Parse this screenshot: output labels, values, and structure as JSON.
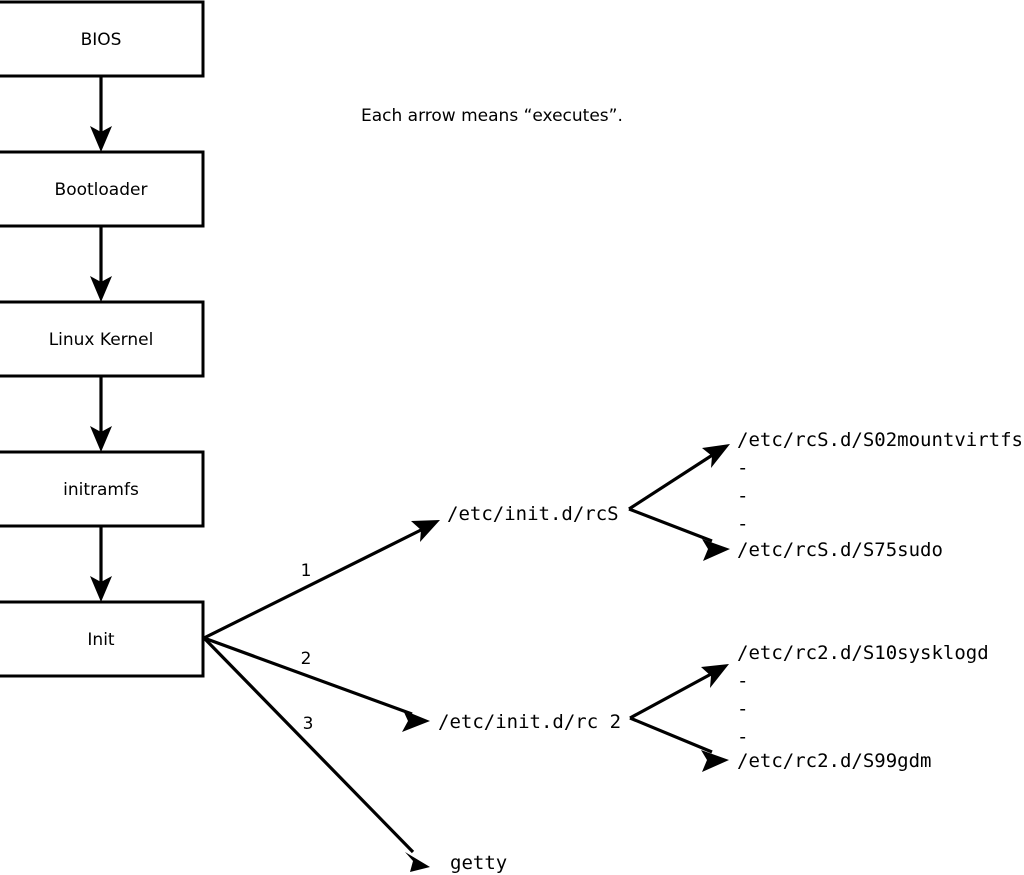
{
  "diagram": {
    "caption": "Each arrow means “executes”.",
    "stack_boxes": [
      {
        "label": "BIOS"
      },
      {
        "label": "Bootloader"
      },
      {
        "label": "Linux Kernel"
      },
      {
        "label": "initramfs"
      },
      {
        "label": "Init"
      }
    ],
    "init_branches": [
      {
        "number": "1",
        "target": "/etc/init.d/rcS"
      },
      {
        "number": "2",
        "target": "/etc/init.d/rc 2"
      },
      {
        "number": "3",
        "target": "getty"
      }
    ],
    "rcs_scripts": {
      "first": "/etc/rcS.d/S02mountvirtfs",
      "last": "/etc/rcS.d/S75sudo",
      "ellipsis": [
        "-",
        "-",
        "-"
      ]
    },
    "rc2_scripts": {
      "first": "/etc/rc2.d/S10sysklogd",
      "last": "/etc/rc2.d/S99gdm",
      "ellipsis": [
        "-",
        "-",
        "-"
      ]
    },
    "colors": {
      "stroke": "#000000",
      "fill": "#ffffff"
    }
  }
}
